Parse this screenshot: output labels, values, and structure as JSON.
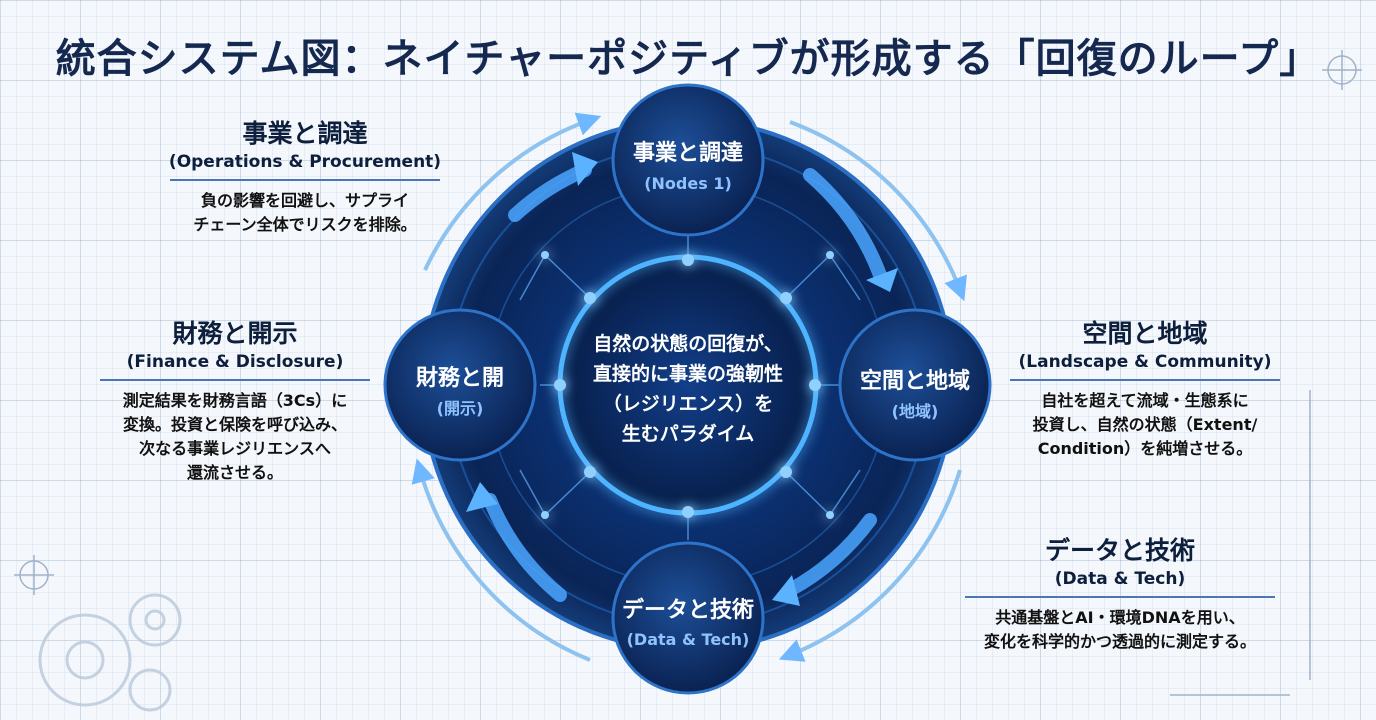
{
  "title": "統合システム図：ネイチャーポジティブが形成する「回復のループ」",
  "center": {
    "lines": [
      "自然の状態の回復が、",
      "直接的に事業の強靭性",
      "（レジリエンス）を",
      "生むパラダイム"
    ]
  },
  "nodes": [
    {
      "id": "top",
      "label": "事業と調達",
      "sub": "(Nodes 1)"
    },
    {
      "id": "right",
      "label": "空間と地域",
      "sub": "(地域)"
    },
    {
      "id": "bottom",
      "label": "データと技術",
      "sub": "(Data & Tech)"
    },
    {
      "id": "left",
      "label": "財務と開",
      "sub": "(開示)"
    }
  ],
  "sides": {
    "operations": {
      "heading": "事業と調達",
      "subheading": "(Operations & Procurement)",
      "body": [
        "負の影響を回避し、サプライ",
        "チェーン全体でリスクを排除。"
      ]
    },
    "finance": {
      "heading": "財務と開示",
      "subheading": "(Finance & Disclosure)",
      "body": [
        "測定結果を財務言語（3Cs）に",
        "変換。投資と保険を呼び込み、",
        "次なる事業レジリエンスへ",
        "還流させる。"
      ]
    },
    "landscape": {
      "heading": "空間と地域",
      "subheading": "(Landscape & Community)",
      "body": [
        "自社を超えて流域・生態系に",
        "投資し、自然の状態（Extent/",
        "Condition）を純増させる。"
      ]
    },
    "data": {
      "heading": "データと技術",
      "subheading": "(Data & Tech)",
      "body": [
        "共通基盤とAI・環境DNAを用い、",
        "変化を科学的かつ透過的に測定する。"
      ]
    }
  },
  "colors": {
    "navy": "#0b2a5c",
    "glow": "#3fa9ff",
    "accent_line": "#4a77b4"
  }
}
